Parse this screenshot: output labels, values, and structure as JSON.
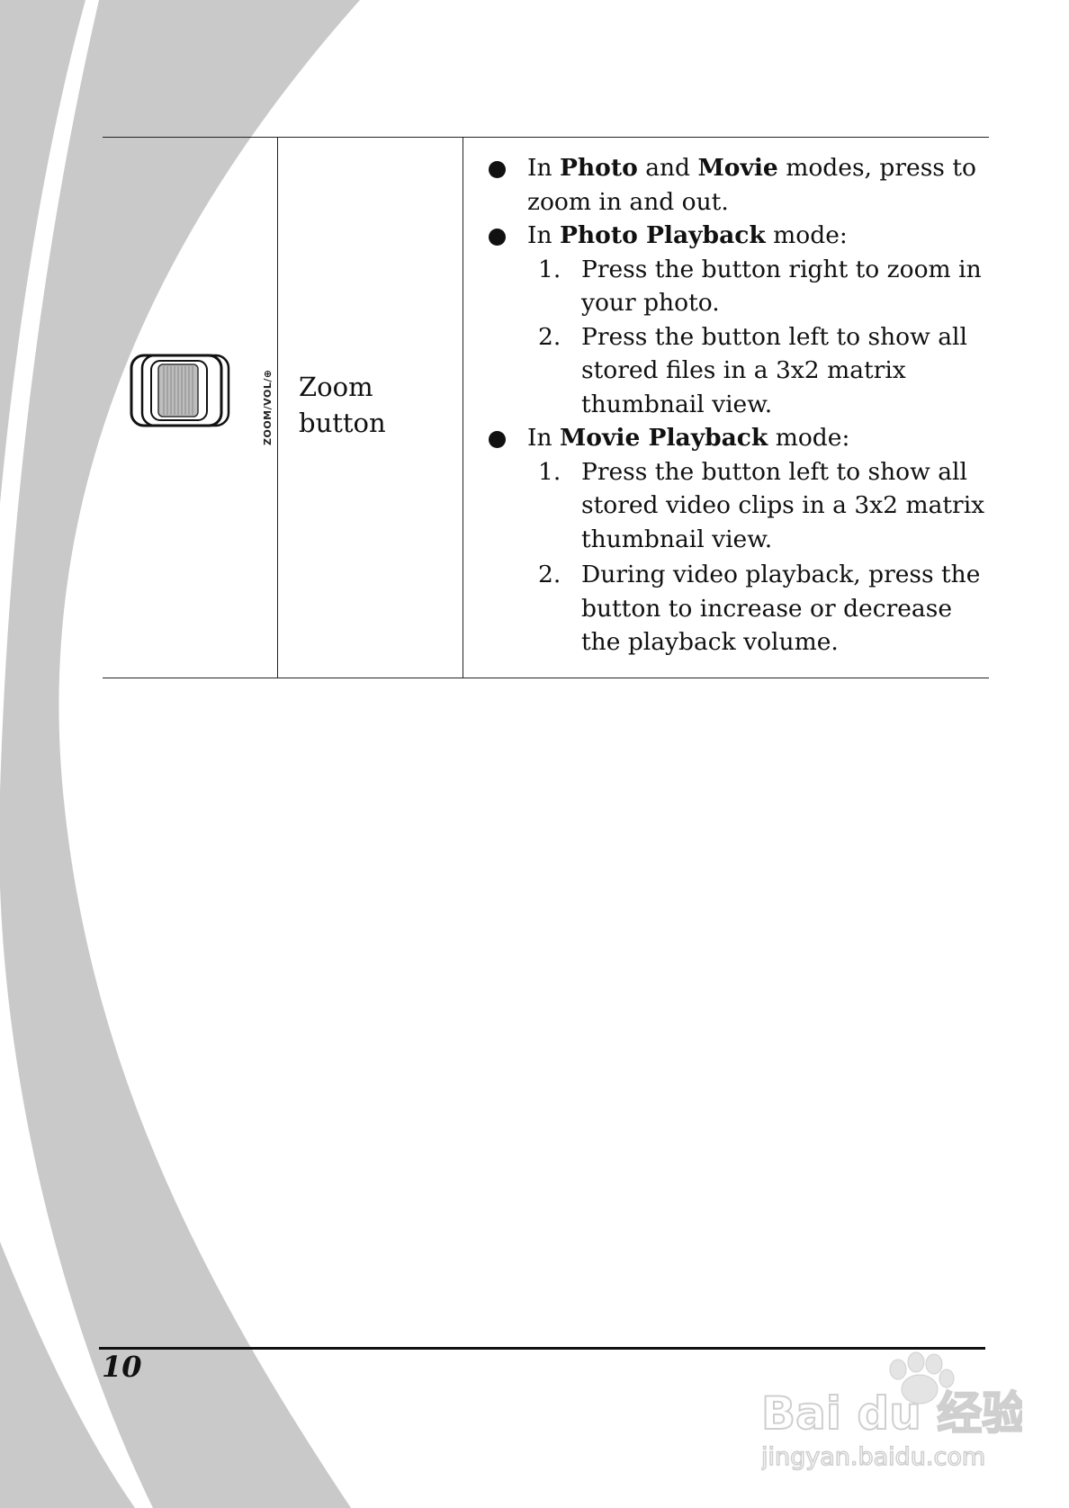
{
  "table": {
    "row": {
      "icon": {
        "name": "zoom-switch-icon",
        "label": "ZOOM/VOL/⊕"
      },
      "name": "Zoom button",
      "description": {
        "bullet1": {
          "pre": "In ",
          "b1": "Photo",
          "mid": " and ",
          "b2": "Movie",
          "post": " modes, press to zoom in and out."
        },
        "bullet2": {
          "pre": "In ",
          "b1": "Photo Playback",
          "post": " mode:",
          "items": [
            {
              "num": "1.",
              "text": "Press the button right to zoom in your photo."
            },
            {
              "num": "2.",
              "text": "Press the button left to show all stored files in a 3x2 matrix thumbnail view."
            }
          ]
        },
        "bullet3": {
          "pre": "In ",
          "b1": "Movie Playback",
          "post": " mode:",
          "items": [
            {
              "num": "1.",
              "text": "Press the button left to show all stored video clips in a 3x2 matrix thumbnail view."
            },
            {
              "num": "2.",
              "text": "During video playback, press the button to increase or decrease the playback volume."
            }
          ]
        }
      }
    }
  },
  "footer": {
    "page_number": "10"
  },
  "watermark": {
    "brand": "Bai du 经验",
    "url": "jingyan.baidu.com"
  },
  "colors": {
    "swoosh": "#c9c9c9",
    "rule": "#111111",
    "watermark": "#d8d8d8"
  }
}
